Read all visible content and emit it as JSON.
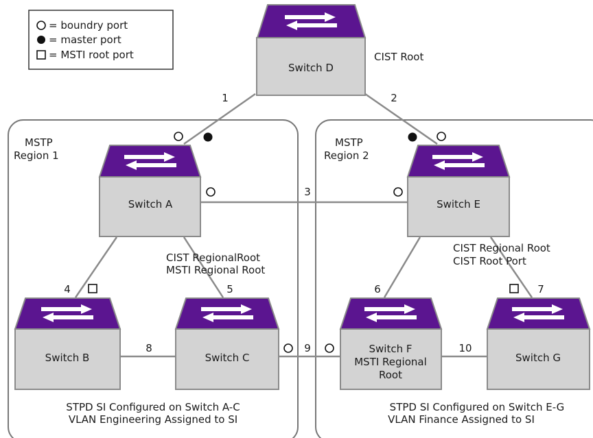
{
  "legend": {
    "boundary": "= boundry port",
    "master": "= master port",
    "msti_root": "= MSTI root port"
  },
  "cist_root_label": "CIST Root",
  "regions": {
    "region1": {
      "line1": "MSTP",
      "line2": "Region 1"
    },
    "region2": {
      "line1": "MSTP",
      "line2": "Region 2"
    }
  },
  "switches": {
    "d": "Switch D",
    "a": "Switch A",
    "e": "Switch E",
    "b": "Switch B",
    "c": "Switch C",
    "f_line1": "Switch F",
    "f_line2": "MSTI Regional",
    "f_line3": "Root",
    "g": "Switch G"
  },
  "links": {
    "l1": "1",
    "l2": "2",
    "l3": "3",
    "l4": "4",
    "l5": "5",
    "l6": "6",
    "l7": "7",
    "l8": "8",
    "l9": "9",
    "l10": "10"
  },
  "annotations": {
    "a_line1": "CIST RegionalRoot",
    "a_line2": "MSTI Regional Root",
    "e_line1": "CIST Regional Root",
    "e_line2": "CIST Root Port"
  },
  "footers": {
    "region1_line1": "STPD SI Configured on Switch A-C",
    "region1_line2": "VLAN Engineering Assigned to SI",
    "region2_line1": "STPD SI Configured on Switch E-G",
    "region2_line2": "VLAN Finance Assigned to SI"
  },
  "colors": {
    "switch_top": "#5b1590",
    "switch_body": "#d3d3d3",
    "switch_border": "#8a8a8a",
    "line": "#8a8a8a",
    "region_border": "#777777"
  }
}
